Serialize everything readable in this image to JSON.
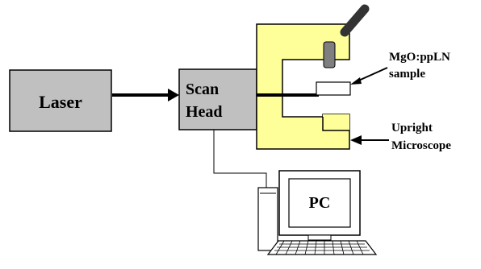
{
  "diagram": {
    "laser_label": "Laser",
    "scan_head_label_line1": "Scan",
    "scan_head_label_line2": "Head",
    "sample_label_line1": "MgO:ppLN",
    "sample_label_line2": "sample",
    "microscope_label_line1": "Upright",
    "microscope_label_line2": "Microscope",
    "pc_label": "PC"
  },
  "colors": {
    "box_gray": "#c0c0c0",
    "microscope_yellow": "#ffff99",
    "objective_gray": "#7f7f7f",
    "stroke": "#000000",
    "background": "#ffffff"
  }
}
